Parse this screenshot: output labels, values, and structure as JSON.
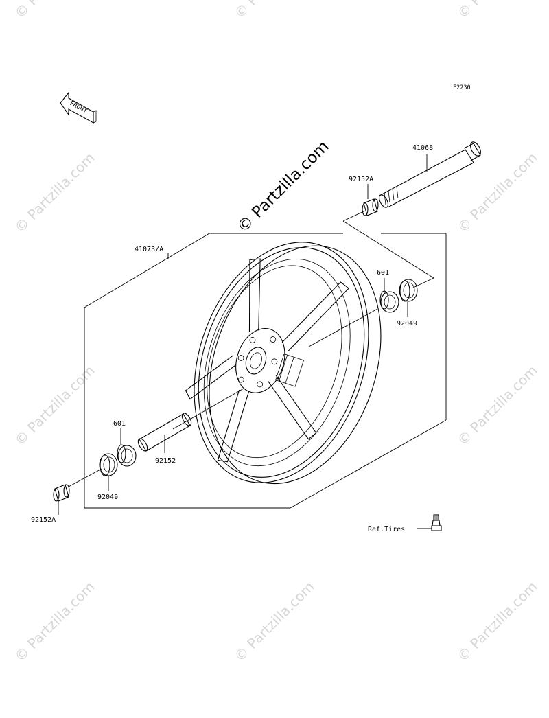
{
  "figure_code": "F2230",
  "front_label": "FRONT",
  "watermark": "© Partzilla.com",
  "parts": {
    "axle": "41068",
    "collar_top": "92152A",
    "wheel": "41073/A",
    "bearing_right": "601",
    "seal_right": "92049",
    "bearing_left": "601",
    "spacer": "92152",
    "seal_left": "92049",
    "collar_bottom": "92152A",
    "ref_tires": "Ref.Tires"
  },
  "colors": {
    "line": "#000000",
    "watermark": "#d6d6d6",
    "background": "#ffffff"
  }
}
